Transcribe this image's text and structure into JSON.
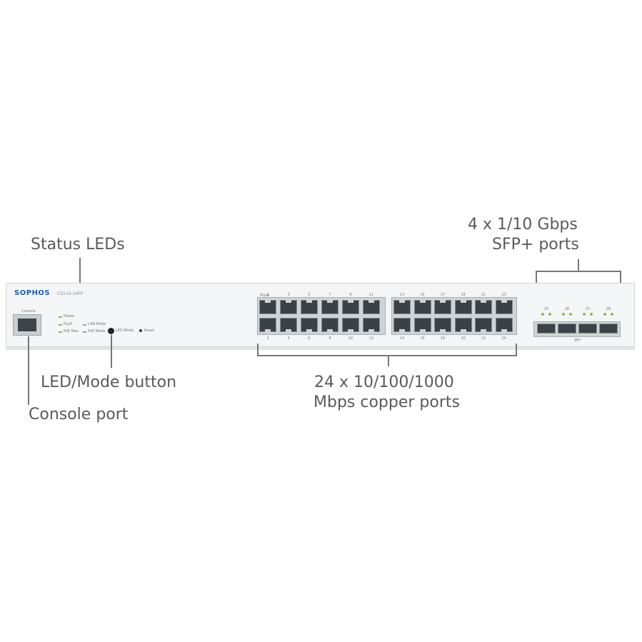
{
  "callouts": {
    "status_leds": "Status LEDs",
    "led_mode_button": "LED/Mode button",
    "console_port": "Console port",
    "copper_line1": "24 x 10/100/1000",
    "copper_line2": "Mbps copper ports",
    "sfp_line1": "4 x 1/10 Gbps",
    "sfp_line2": "SFP+ ports"
  },
  "device": {
    "brand": "SOPHOS",
    "model": "CS110-24FP",
    "console_label": "Console",
    "led_labels": {
      "power": "Power",
      "fault": "Fault",
      "poe_max": "PoE Max",
      "lan_mode": "LAN Mode",
      "poe_mode": "PoE Mode"
    },
    "mode_button_label": "LED Mode",
    "reset_label": "Reset",
    "port_header_label": "Mode",
    "sfp_label": "SFP"
  },
  "ports": {
    "top_numbers": [
      "1",
      "3",
      "5",
      "7",
      "9",
      "11",
      "13",
      "15",
      "17",
      "19",
      "21",
      "23"
    ],
    "bottom_numbers": [
      "2",
      "4",
      "6",
      "8",
      "10",
      "12",
      "14",
      "16",
      "18",
      "20",
      "22",
      "24"
    ],
    "sfp_numbers": [
      "25",
      "26",
      "27",
      "28"
    ]
  },
  "colors": {
    "brand": "#1a5ea8",
    "led_green": "#8bbf4a",
    "callout_text": "#5a5a5a"
  }
}
